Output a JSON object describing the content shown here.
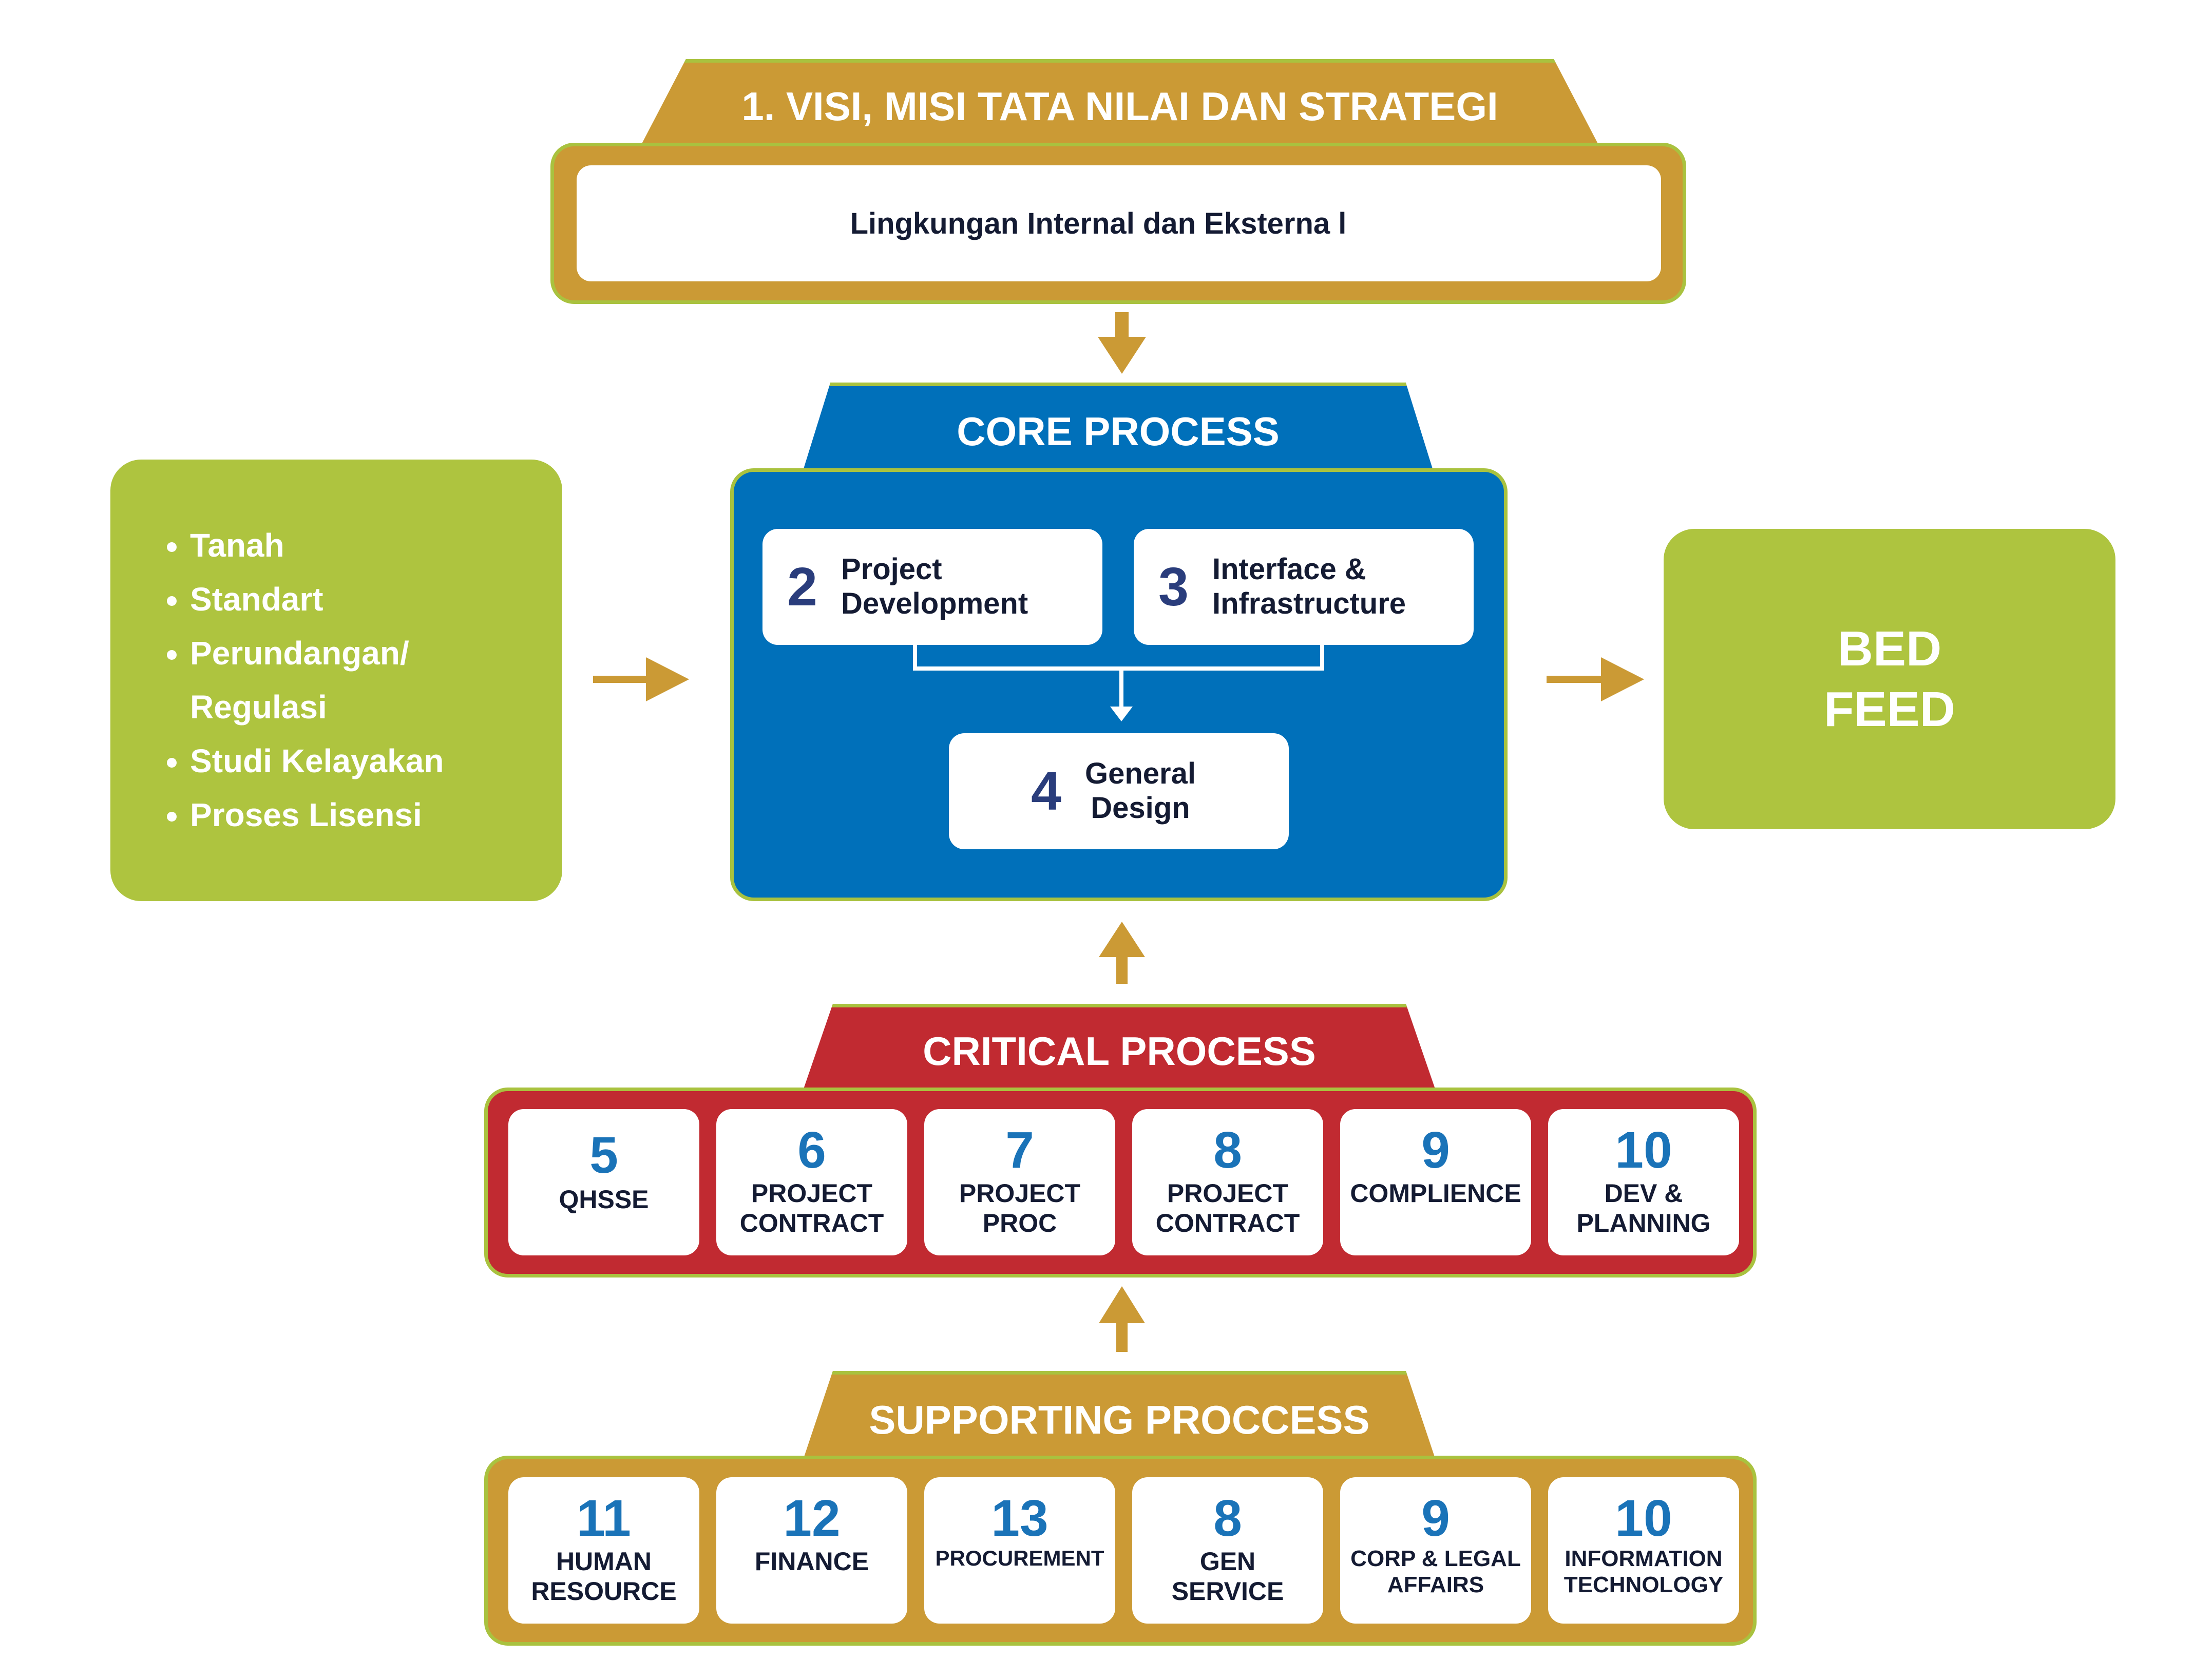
{
  "colors": {
    "gold": "#cb9a35",
    "blue": "#0070ba",
    "red": "#c12a31",
    "green": "#aec43f",
    "frame_border": "#a9c23f",
    "number_blue": "#1a73b8",
    "core_number": "#2a3d7c",
    "label_dark": "#141b33"
  },
  "vision": {
    "title": "1. VISI, MISI TATA NILAI DAN STRATEGI",
    "content": "Lingkungan Internal dan Eksterna l"
  },
  "inputs": {
    "items": [
      "Tanah",
      "Standart",
      "Perundangan/\nRegulasi",
      "Studi Kelayakan",
      "Proses Lisensi"
    ]
  },
  "core": {
    "title": "CORE PROCESS",
    "steps": [
      {
        "num": "2",
        "label": "Project\nDevelopment"
      },
      {
        "num": "3",
        "label": "Interface &\nInfrastructure"
      },
      {
        "num": "4",
        "label": "General\nDesign"
      }
    ]
  },
  "output": {
    "label": "BED\nFEED"
  },
  "critical": {
    "title": "CRITICAL PROCESS",
    "items": [
      {
        "num": "5",
        "label": "QHSSE"
      },
      {
        "num": "6",
        "label": "PROJECT\nCONTRACT"
      },
      {
        "num": "7",
        "label": "PROJECT\nPROC"
      },
      {
        "num": "8",
        "label": "PROJECT\nCONTRACT"
      },
      {
        "num": "9",
        "label": "COMPLIENCE"
      },
      {
        "num": "10",
        "label": "DEV &\nPLANNING"
      }
    ]
  },
  "supporting": {
    "title": "SUPPORTING PROCCESS",
    "items": [
      {
        "num": "11",
        "label": "HUMAN\nRESOURCE"
      },
      {
        "num": "12",
        "label": "FINANCE"
      },
      {
        "num": "13",
        "label": "PROCUREMENT"
      },
      {
        "num": "8",
        "label": "GEN\nSERVICE"
      },
      {
        "num": "9",
        "label": "CORP & LEGAL\nAFFAIRS"
      },
      {
        "num": "10",
        "label": "INFORMATION\nTECHNOLOGY"
      }
    ]
  }
}
